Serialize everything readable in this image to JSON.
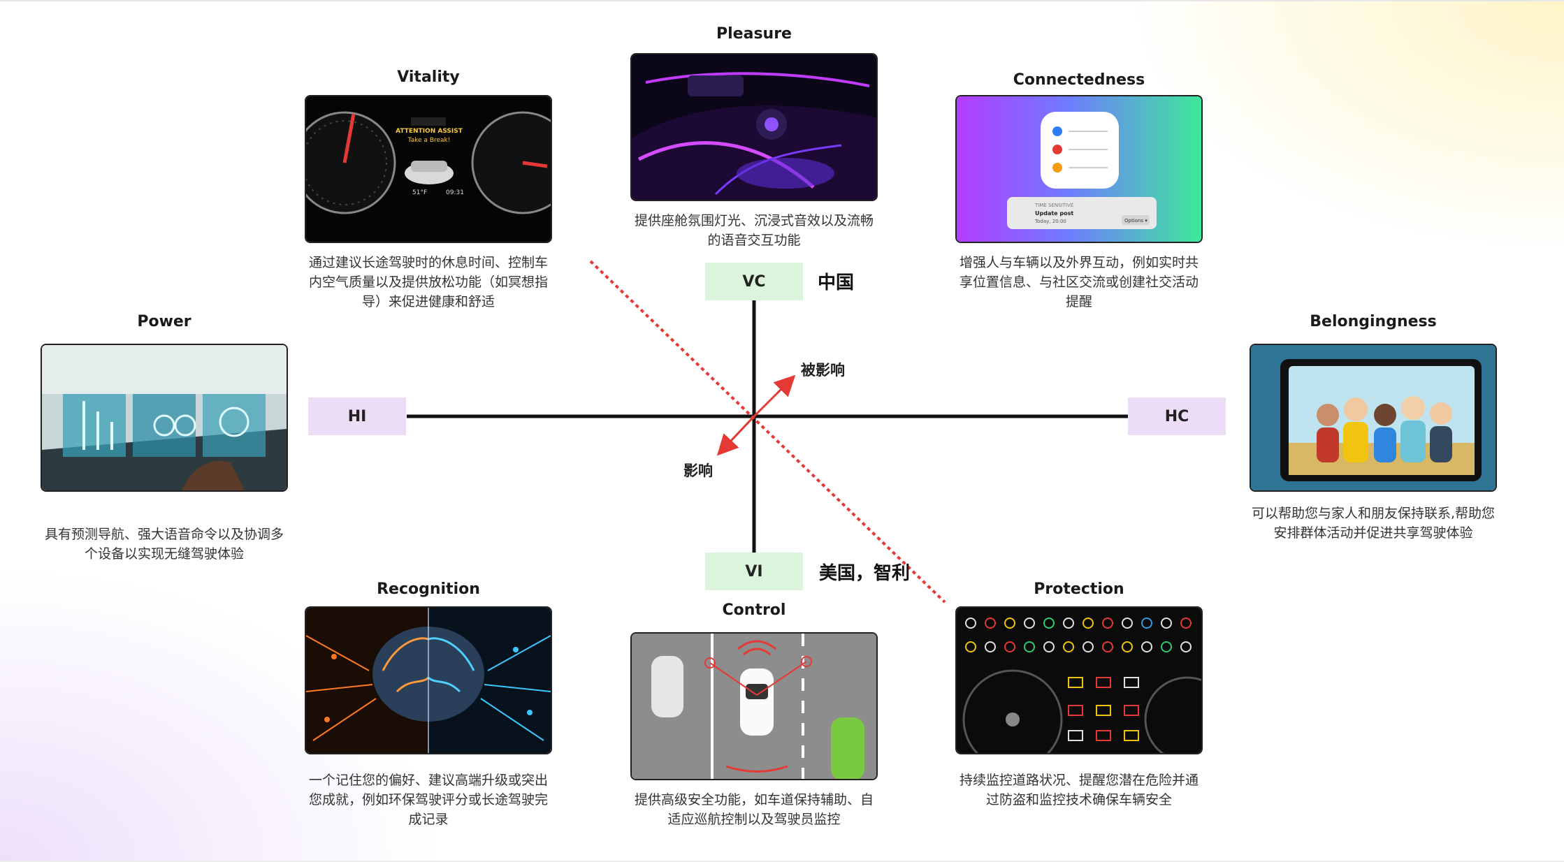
{
  "axes": {
    "top": "VC",
    "bottom": "VI",
    "left": "HI",
    "right": "HC",
    "top_region": "中国",
    "bottom_region": "美国，智利",
    "arrow_out": "被影响",
    "arrow_in": "影响"
  },
  "cards": {
    "pleasure": {
      "title": "Pleasure",
      "desc": "提供座舱氛围灯光、沉浸式音效以及流畅的语音交互功能"
    },
    "vitality": {
      "title": "Vitality",
      "desc": "通过建议长途驾驶时的休息时间、控制车内空气质量以及提供放松功能（如冥想指导）来促进健康和舒适"
    },
    "connectedness": {
      "title": "Connectedness",
      "desc": "增强人与车辆以及外界互动，例如实时共享位置信息、与社区交流或创建社交活动提醒"
    },
    "power": {
      "title": "Power",
      "desc": "具有预测导航、强大语音命令以及协调多个设备以实现无缝驾驶体验"
    },
    "belongingness": {
      "title": "Belongingness",
      "desc": "可以帮助您与家人和朋友保持联系,帮助您安排群体活动并促进共享驾驶体验"
    },
    "recognition": {
      "title": "Recognition",
      "desc": "一个记住您的偏好、建议高端升级或突出您成就，例如环保驾驶评分或长途驾驶完成记录"
    },
    "control": {
      "title": "Control",
      "desc": "提供高级安全功能，如车道保持辅助、自适应巡航控制以及驾驶员监控"
    },
    "protection": {
      "title": "Protection",
      "desc": "持续监控道路状况、提醒您潜在危险并通过防盗和监控技术确保车辆安全"
    }
  },
  "images": {
    "vitality": {
      "banner_1": "ATTENTION ASSIST",
      "banner_2": "Take a Break!",
      "temp": "51°F",
      "time": "09:31"
    },
    "connectedness": {
      "notif_1": "TIME SENSITIVE",
      "notif_2": "Update post",
      "notif_3": "Today, 20:00",
      "notif_btn": "Options ▾"
    }
  },
  "colors": {
    "vertical_label_bg": "#dcf4dc",
    "horizontal_label_bg": "#ecdcf6",
    "diagonal": "#e53935",
    "axis": "#111111"
  },
  "icons": [
    "speedometer-icon",
    "brain-icon",
    "warning-lights-icon",
    "reminders-icon"
  ]
}
